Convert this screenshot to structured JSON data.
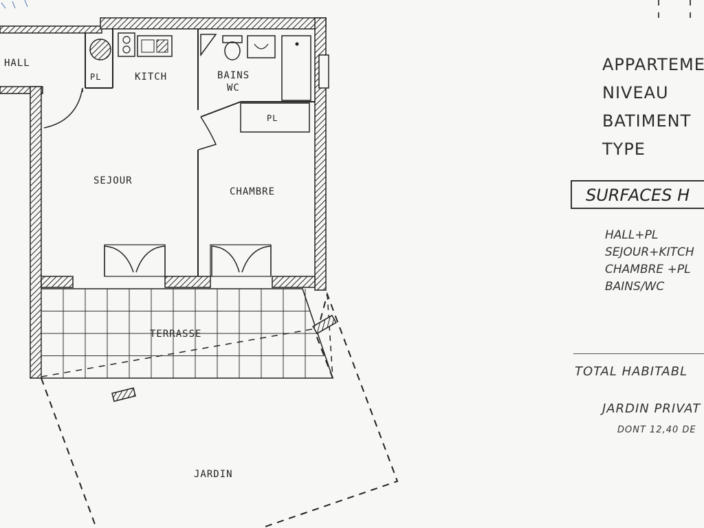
{
  "rooms": {
    "hall": "HALL",
    "pl_hall": "PL",
    "kitchen": "KITCH",
    "bains_line1": "BAINS",
    "bains_line2": "WC",
    "pl_chambre": "PL",
    "sejour": "SEJOUR",
    "chambre": "CHAMBRE",
    "terrasse": "TERRASSE",
    "jardin": "JARDIN"
  },
  "info": {
    "appartement": "APPARTEME",
    "niveau": "NIVEAU",
    "batiment": "BATIMENT",
    "type": "TYPE"
  },
  "surfaces": {
    "heading": "SURFACES H",
    "items": [
      "HALL+PL",
      "SEJOUR+KITCH",
      "CHAMBRE +PL",
      "BAINS/WC"
    ],
    "total": "TOTAL HABITABL",
    "jardin_prive": "JARDIN PRIVAT",
    "jardin_note": "DONT 12,40 DE"
  },
  "colors": {
    "line": "#222222",
    "paper": "#f7f7f5"
  }
}
